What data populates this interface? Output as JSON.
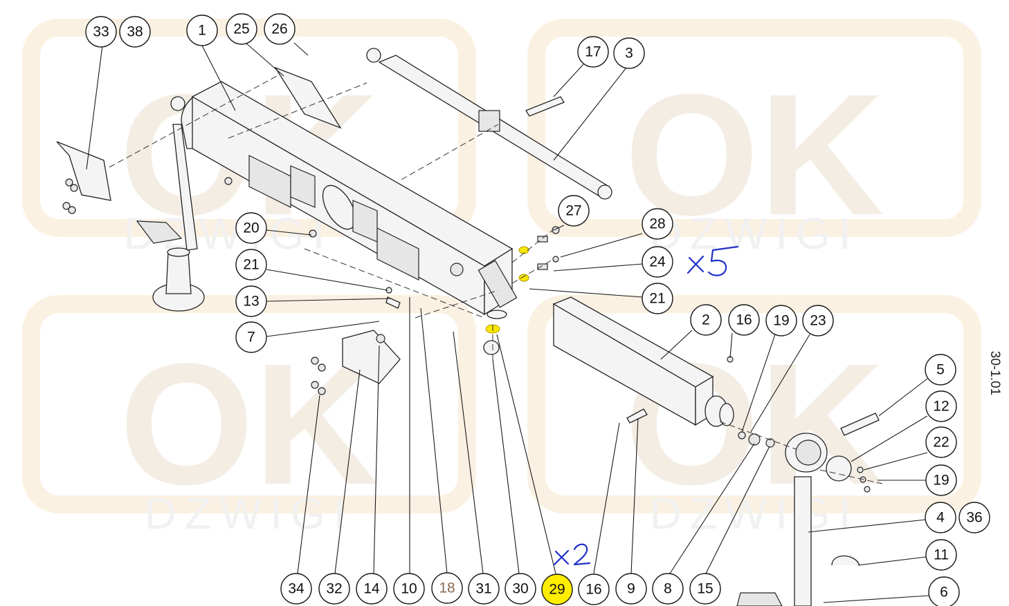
{
  "watermark": {
    "logo_text": "OK",
    "sub_text": "DZWIGI"
  },
  "drawing_number": "30-1.01",
  "handwritten": {
    "qty_note_1": "x5",
    "qty_note_2": "x2"
  },
  "highlight_color": "#ffee00",
  "callouts": [
    {
      "id": "b33",
      "label": "33"
    },
    {
      "id": "b38",
      "label": "38"
    },
    {
      "id": "b1",
      "label": "1"
    },
    {
      "id": "b25",
      "label": "25"
    },
    {
      "id": "b26",
      "label": "26"
    },
    {
      "id": "b17",
      "label": "17"
    },
    {
      "id": "b3",
      "label": "3"
    },
    {
      "id": "b27",
      "label": "27"
    },
    {
      "id": "b28",
      "label": "28"
    },
    {
      "id": "b24",
      "label": "24"
    },
    {
      "id": "b21a",
      "label": "21"
    },
    {
      "id": "b20",
      "label": "20"
    },
    {
      "id": "b21b",
      "label": "21"
    },
    {
      "id": "b13",
      "label": "13"
    },
    {
      "id": "b7",
      "label": "7"
    },
    {
      "id": "b2",
      "label": "2"
    },
    {
      "id": "b16a",
      "label": "16"
    },
    {
      "id": "b19a",
      "label": "19"
    },
    {
      "id": "b23",
      "label": "23"
    },
    {
      "id": "b5",
      "label": "5"
    },
    {
      "id": "b12",
      "label": "12"
    },
    {
      "id": "b22",
      "label": "22"
    },
    {
      "id": "b19b",
      "label": "19"
    },
    {
      "id": "b4",
      "label": "4"
    },
    {
      "id": "b36",
      "label": "36"
    },
    {
      "id": "b11",
      "label": "11"
    },
    {
      "id": "b6",
      "label": "6"
    },
    {
      "id": "b34",
      "label": "34"
    },
    {
      "id": "b32",
      "label": "32"
    },
    {
      "id": "b14",
      "label": "14"
    },
    {
      "id": "b10",
      "label": "10"
    },
    {
      "id": "b18",
      "label": "18"
    },
    {
      "id": "b31",
      "label": "31"
    },
    {
      "id": "b30",
      "label": "30"
    },
    {
      "id": "b29",
      "label": "29",
      "highlighted": true
    },
    {
      "id": "b16b",
      "label": "16"
    },
    {
      "id": "b9",
      "label": "9"
    },
    {
      "id": "b8",
      "label": "8"
    },
    {
      "id": "b15",
      "label": "15"
    }
  ]
}
